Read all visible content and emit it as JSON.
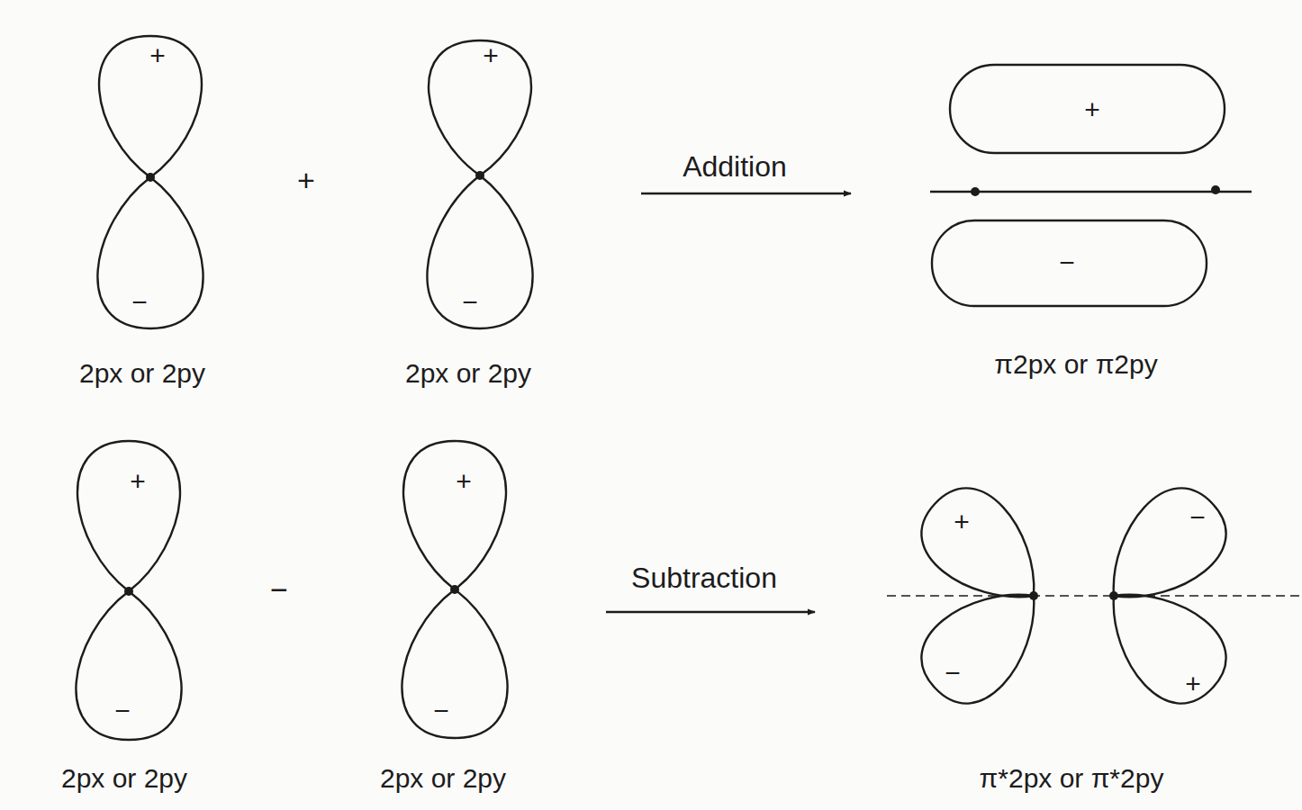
{
  "diagram": {
    "labels": [
      "+",
      "−",
      "+",
      "+",
      "−",
      "2px or 2py",
      "2px or 2py",
      "Addition",
      "+",
      "−",
      "π2px or π2py",
      "+",
      "−",
      "−",
      "+",
      "−",
      "2px or 2py",
      "2px or 2py",
      "Subtraction",
      "+",
      "−",
      "−",
      "+",
      "π*2px or π*2py"
    ]
  }
}
